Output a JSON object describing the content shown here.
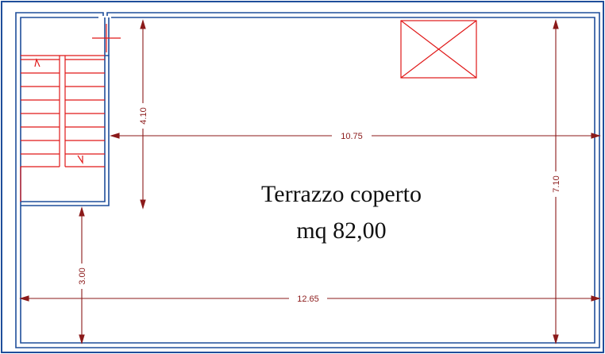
{
  "room": {
    "name": "Terrazzo coperto",
    "area": "mq 82,00"
  },
  "dimensions": {
    "stair_height": "4.10",
    "inner_width": "10.75",
    "total_height": "7.10",
    "lower_offset": "3.00",
    "total_width": "12.65"
  },
  "colors": {
    "frame": "#1f4e9a",
    "wall": "#1f4e9a",
    "dimension": "#8b1a1a",
    "stairs": "#e01818",
    "room_text": "#111111"
  }
}
